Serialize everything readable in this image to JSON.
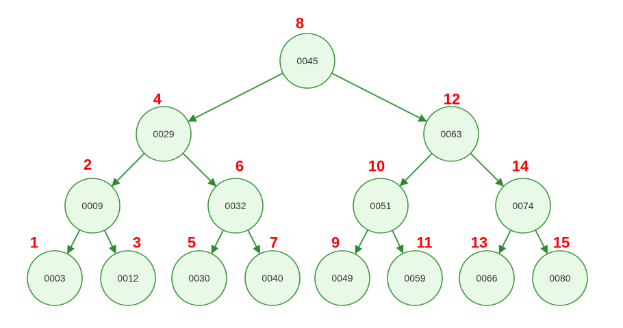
{
  "tree": {
    "nodes": [
      {
        "id": "n8",
        "key": "0045",
        "index": "8"
      },
      {
        "id": "n4",
        "key": "0029",
        "index": "4"
      },
      {
        "id": "n12",
        "key": "0063",
        "index": "12"
      },
      {
        "id": "n2",
        "key": "0009",
        "index": "2"
      },
      {
        "id": "n6",
        "key": "0032",
        "index": "6"
      },
      {
        "id": "n10",
        "key": "0051",
        "index": "10"
      },
      {
        "id": "n14",
        "key": "0074",
        "index": "14"
      },
      {
        "id": "n1",
        "key": "0003",
        "index": "1"
      },
      {
        "id": "n3",
        "key": "0012",
        "index": "3"
      },
      {
        "id": "n5",
        "key": "0030",
        "index": "5"
      },
      {
        "id": "n7",
        "key": "0040",
        "index": "7"
      },
      {
        "id": "n9",
        "key": "0049",
        "index": "9"
      },
      {
        "id": "n11",
        "key": "0059",
        "index": "11"
      },
      {
        "id": "n13",
        "key": "0066",
        "index": "13"
      },
      {
        "id": "n15",
        "key": "0080",
        "index": "15"
      }
    ],
    "edges": [
      {
        "from": "n8",
        "to": "n4"
      },
      {
        "from": "n8",
        "to": "n12"
      },
      {
        "from": "n4",
        "to": "n2"
      },
      {
        "from": "n4",
        "to": "n6"
      },
      {
        "from": "n12",
        "to": "n10"
      },
      {
        "from": "n12",
        "to": "n14"
      },
      {
        "from": "n2",
        "to": "n1"
      },
      {
        "from": "n2",
        "to": "n3"
      },
      {
        "from": "n6",
        "to": "n5"
      },
      {
        "from": "n6",
        "to": "n7"
      },
      {
        "from": "n10",
        "to": "n9"
      },
      {
        "from": "n10",
        "to": "n11"
      },
      {
        "from": "n14",
        "to": "n13"
      },
      {
        "from": "n14",
        "to": "n15"
      }
    ]
  },
  "colors": {
    "node_fill": "#e9f9e7",
    "node_stroke": "#3a9a3a",
    "edge": "#3a9a3a",
    "index_label": "#ff0000"
  }
}
